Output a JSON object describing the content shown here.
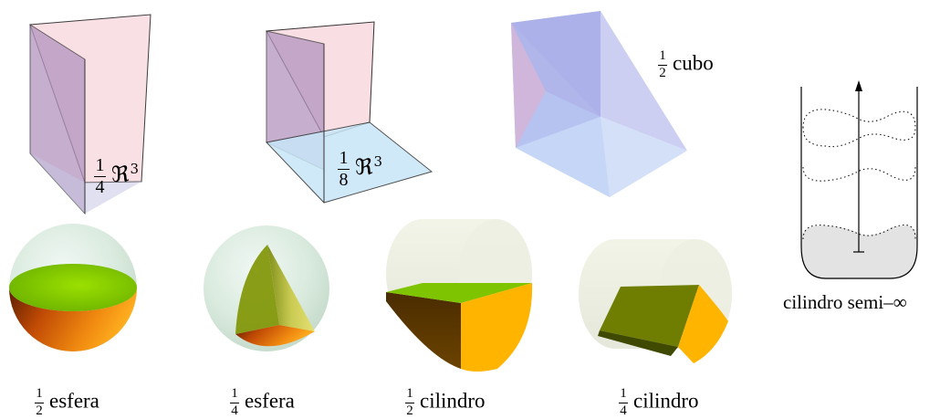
{
  "labels": {
    "quarter_space": {
      "num": "1",
      "den": "4",
      "symbol": "ℜ",
      "exp": "3"
    },
    "eighth_space": {
      "num": "1",
      "den": "8",
      "symbol": "ℜ",
      "exp": "3"
    },
    "half_cube": {
      "num": "1",
      "den": "2",
      "word": "cubo"
    },
    "half_sphere": {
      "num": "1",
      "den": "2",
      "word": "esfera"
    },
    "quarter_sphere": {
      "num": "1",
      "den": "4",
      "word": "esfera"
    },
    "half_cylinder": {
      "num": "1",
      "den": "2",
      "word": "cilindro"
    },
    "quarter_cylinder": {
      "num": "1",
      "den": "4",
      "word": "cilindro"
    },
    "semi_infinite_cylinder": "cilindro semi–∞"
  },
  "colors": {
    "pink_plane": "#f5c9d3",
    "violet_plane": "#a77fb0",
    "blue_plane": "#c8e6f7",
    "cube_blue": "#9aa3e8",
    "green_cut": "#7fcc00",
    "orange_shell": "#f08a10",
    "dark_olive": "#6b7a00",
    "yellow_face": "#ffb400",
    "glass": "#d8ead8"
  }
}
